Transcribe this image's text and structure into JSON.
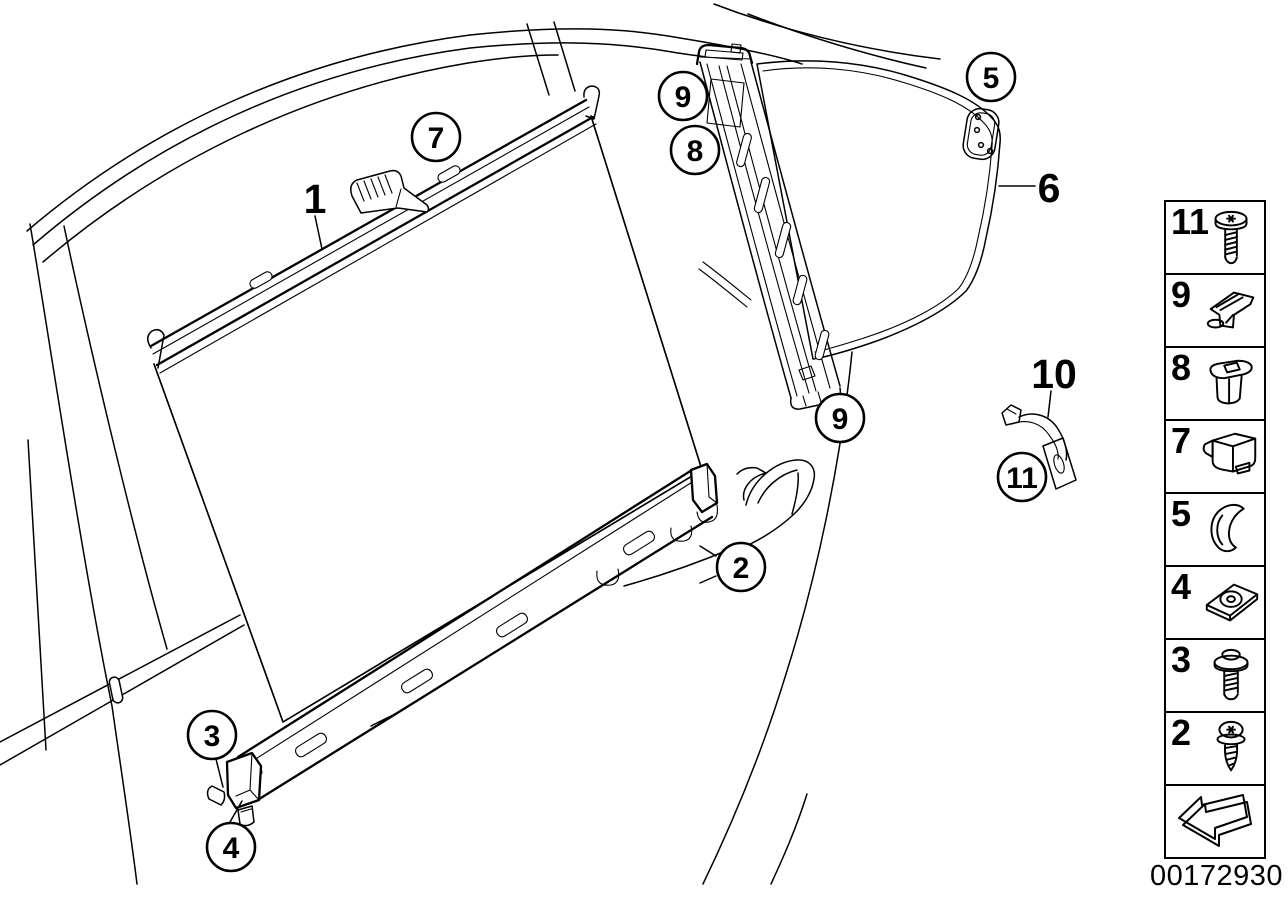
{
  "page": {
    "background": "#ffffff",
    "line_color": "#000000"
  },
  "diagram_subject": "rear-door-roller-sun-blind-exploded-view",
  "callouts": {
    "c1": "1",
    "c2": "2",
    "c3": "3",
    "c4": "4",
    "c5": "5",
    "c6": "6",
    "c7": "7",
    "c8": "8",
    "c9a": "9",
    "c9b": "9",
    "c10": "10",
    "c11": "11"
  },
  "legend": {
    "items": [
      {
        "number": "11",
        "icon": "pan-head-screw-icon"
      },
      {
        "number": "9",
        "icon": "retaining-clip-icon"
      },
      {
        "number": "8",
        "icon": "expanding-nut-icon"
      },
      {
        "number": "7",
        "icon": "holder-clip-icon"
      },
      {
        "number": "5",
        "icon": "cover-hook-icon"
      },
      {
        "number": "4",
        "icon": "clamp-nut-icon"
      },
      {
        "number": "3",
        "icon": "washer-screw-icon"
      },
      {
        "number": "2",
        "icon": "tapping-screw-icon"
      }
    ],
    "arrow_icon": "direction-arrow-icon",
    "part_number": "00172930"
  }
}
